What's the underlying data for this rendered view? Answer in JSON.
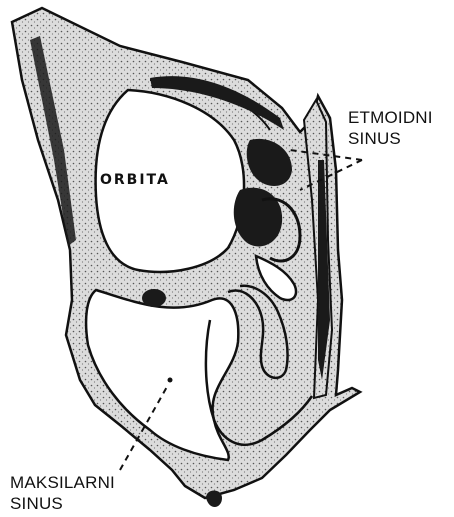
{
  "labels": {
    "etmoidni_line1": "ETMOIDNI",
    "etmoidni_line2": "SINUS",
    "orbita": "ORBITA",
    "maksilarni_line1": "MAKSILARNI",
    "maksilarni_line2": "SINUS"
  },
  "colors": {
    "ink": "#111111",
    "bone": "#d9d9d9",
    "cavity": "#ffffff",
    "shadow": "#1a1a1a"
  }
}
